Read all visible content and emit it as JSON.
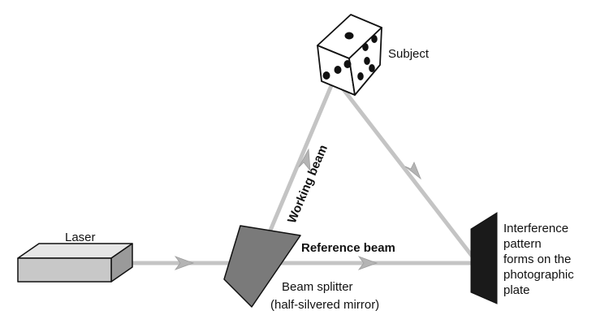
{
  "labels": {
    "laser": "Laser",
    "subject": "Subject",
    "working_beam": "Working beam",
    "reference_beam": "Reference beam",
    "beam_splitter_line1": "Beam splitter",
    "beam_splitter_line2": "(half-silvered mirror)",
    "plate_line1": "Interference",
    "plate_line2": "pattern",
    "plate_line3": "forms on the",
    "plate_line4": "photographic",
    "plate_line5": "plate"
  },
  "colors": {
    "beam": "#c4c4c4",
    "beam_arrow": "#b4b4b4",
    "laser_front": "#c8c8c8",
    "laser_top": "#e6e6e6",
    "laser_side": "#9a9a9a",
    "splitter": "#7a7a7a",
    "plate": "#1a1a1a",
    "outline": "#111111"
  },
  "icons": {
    "subject": "die-icon"
  }
}
